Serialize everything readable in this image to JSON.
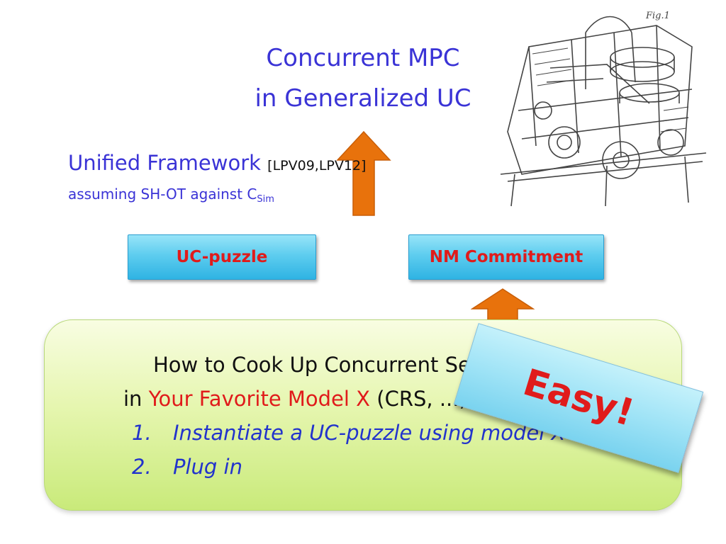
{
  "title": {
    "line1": "Concurrent MPC",
    "line2": "in Generalized UC"
  },
  "framework": {
    "name": "Unified Framework",
    "citation": "[LPV09,LPV12]",
    "assumption": "assuming SH-OT against C",
    "assumption_sub": "Sim"
  },
  "boxes": {
    "puzzle": "UC-puzzle",
    "commitment": "NM Commitment"
  },
  "recipe": {
    "heading": "How to Cook Up Concurrent Security",
    "model_prefix": "in ",
    "model_highlight": "Your Favorite Model X",
    "model_suffix": " (CRS, ...)",
    "steps": [
      {
        "num": "1.",
        "text": "Instantiate a UC-puzzle using model X"
      },
      {
        "num": "2.",
        "text": "Plug in"
      }
    ]
  },
  "stamp": {
    "text": "Easy!"
  },
  "colors": {
    "title_blue": "#3a33d6",
    "accent_red": "#e01b1b",
    "arrow_orange": "#e8720c",
    "box_cyan": "#5ecdef",
    "panel_green": "#e6f6b0"
  },
  "illustration": {
    "icon": "patent-machine-drawing"
  }
}
